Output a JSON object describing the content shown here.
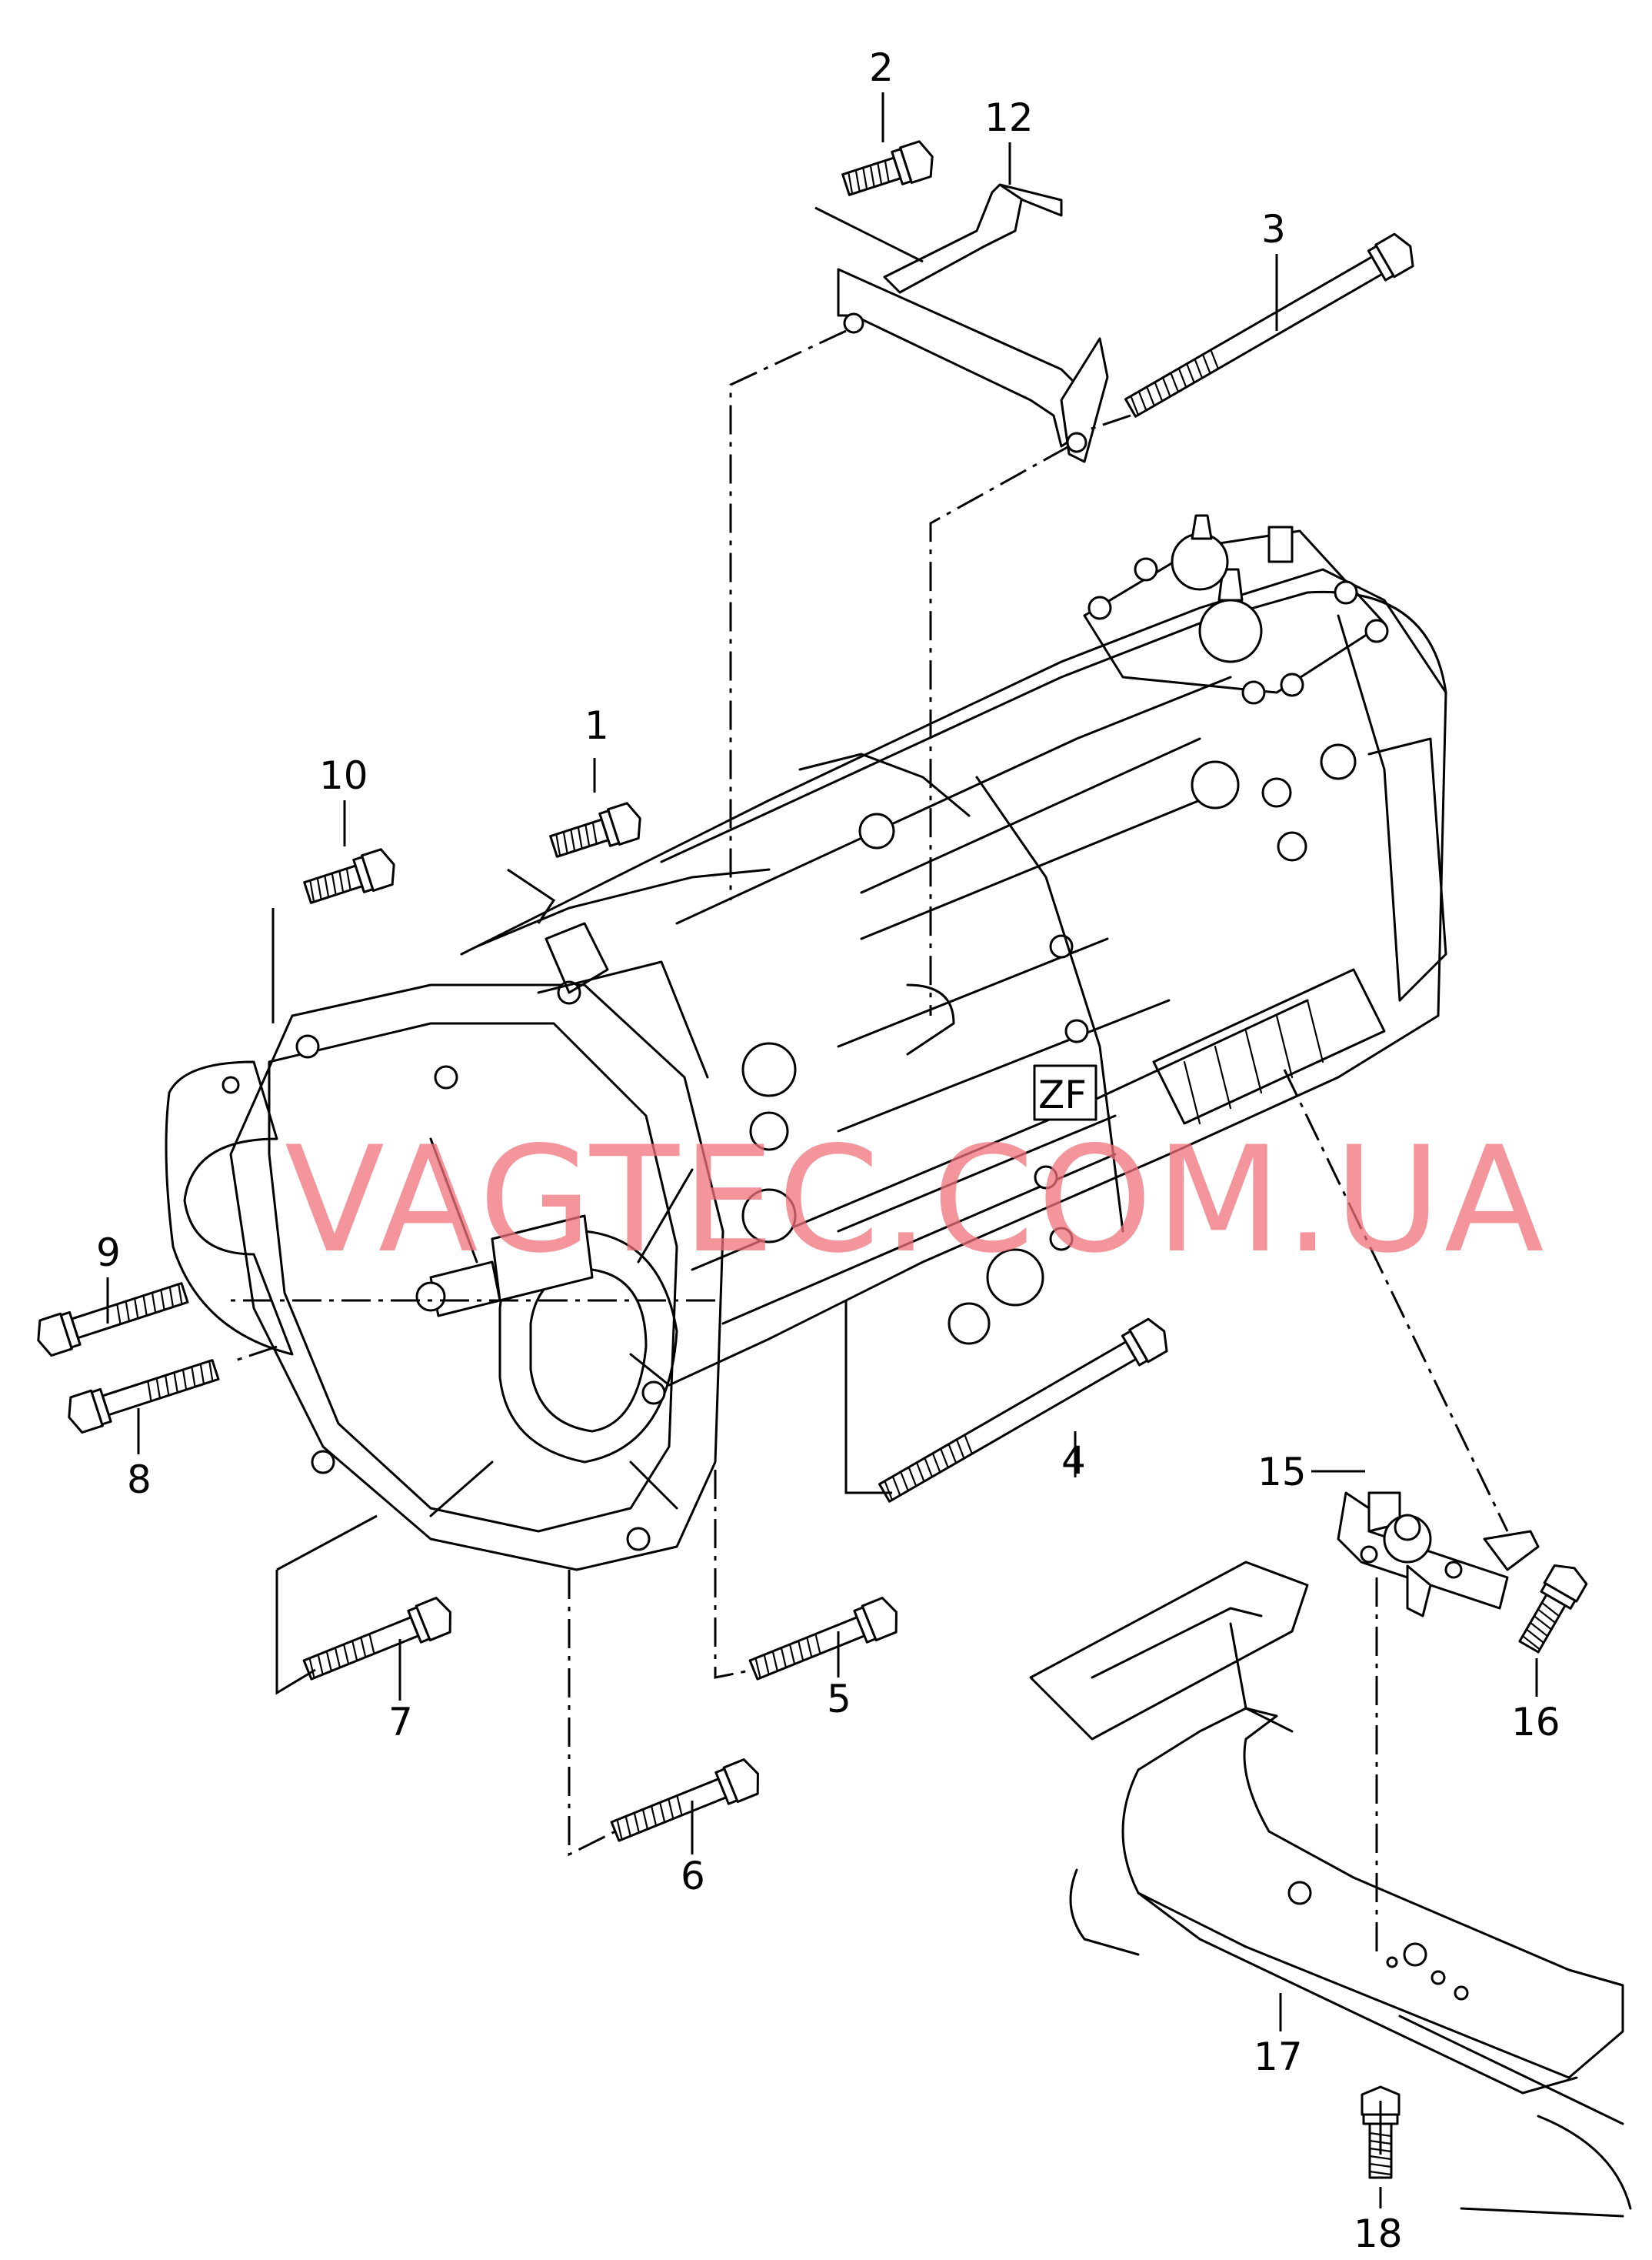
{
  "watermark": "VAGTEC.COM.UA",
  "callouts": {
    "c1": "1",
    "c2": "2",
    "c3": "3",
    "c4": "4",
    "c5": "5",
    "c6": "6",
    "c7": "7",
    "c8": "8",
    "c9": "9",
    "c10": "10",
    "c12": "12",
    "c15": "15",
    "c16": "16",
    "c17": "17",
    "c18": "18"
  },
  "logo_text": "ZF",
  "colors": {
    "line": "#000000",
    "background": "#ffffff",
    "watermark": "#f0707a"
  }
}
